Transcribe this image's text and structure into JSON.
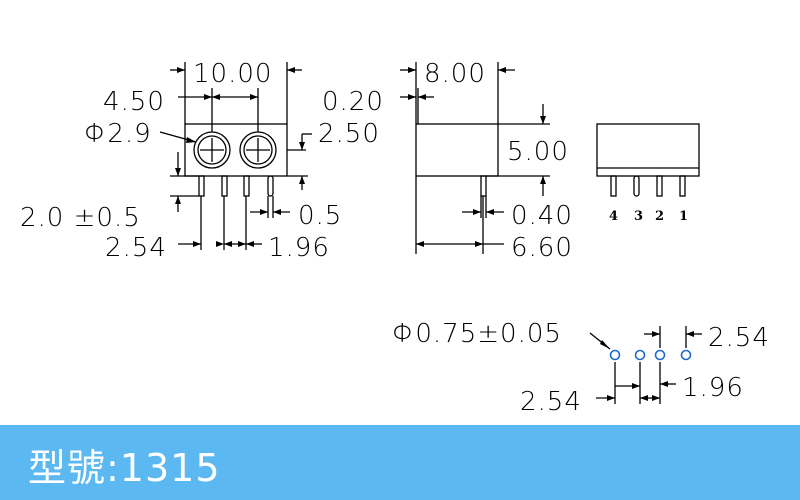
{
  "front_view": {
    "width_10": "10.00",
    "pitch_4_50": "4.50",
    "diameter_2_9": "Φ2.9",
    "height_2_50": "2.50",
    "tol_2_0": "2.0 ±0.5",
    "pin_0_5": "0.5",
    "pitch_2_54": "2.54",
    "pitch_1_96": "1.96"
  },
  "side_view": {
    "depth_8": "8.00",
    "offset_0_20": "0.20",
    "height_5": "5.00",
    "pin_0_40": "0.40",
    "depth_6_60": "6.60"
  },
  "end_view": {
    "pin_numbers": [
      "4",
      "3",
      "2",
      "1"
    ]
  },
  "pcb_layout": {
    "hole": "Φ0.75±0.05",
    "pitch_right": "2.54",
    "pitch_left": "2.54",
    "pitch_mid": "1.96"
  },
  "footer": {
    "model": "型號:1315"
  }
}
